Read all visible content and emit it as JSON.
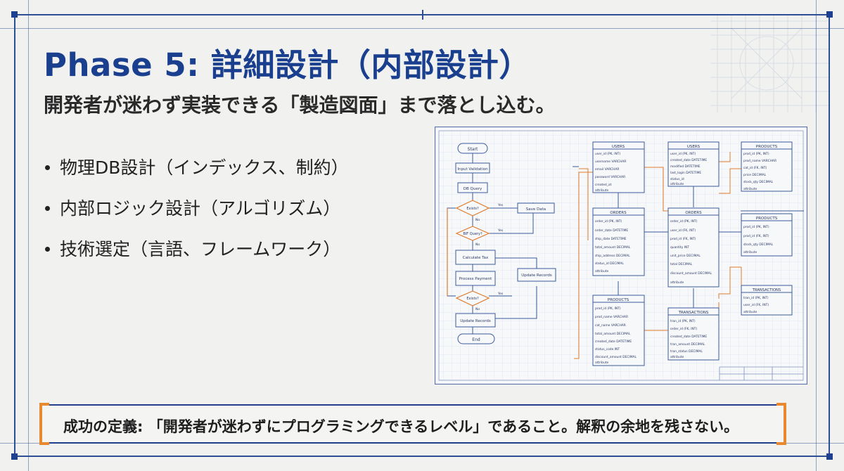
{
  "title": "Phase 5: 詳細設計（内部設計）",
  "subtitle": "開発者が迷わず実装できる「製造図面」まで落とし込む。",
  "bullets": [
    "物理DB設計（インデックス、制約）",
    "内部ロジック設計（アルゴリズム）",
    "技術選定（言語、フレームワーク）"
  ],
  "footer": "成功の定義: 「開発者が迷わずにプログラミングできるレベル」であること。解釈の余地を残さない。",
  "colors": {
    "title": "#1a3f8f",
    "frame": "#2f4f95",
    "accent": "#e8892f",
    "diagram_line": "#3a5a9c",
    "flow_relation": "#e07b2a"
  },
  "flowchart": {
    "nodes": {
      "start": "Start",
      "input": "Input Validation",
      "db_query": "DB Query",
      "decision1": "Exists?",
      "side1": "Save Data",
      "decision2": "BIF Query?",
      "calc": "Calculate Tax",
      "payment": "Process Payment",
      "side2": "Update Records",
      "decision3": "Exists?",
      "update": "Update Records",
      "end": "End"
    },
    "yes": "Yes",
    "no": "No"
  },
  "er_tables": {
    "users_a": {
      "title": "USERS",
      "rows": [
        "user_id (PK, INT)",
        "username VARCHAR",
        "email VARCHAR",
        "password VARCHAR",
        "created_at",
        "attribute"
      ]
    },
    "users_b": {
      "title": "USERS",
      "rows": [
        "user_id (PK, INT)",
        "created_date DATETIME",
        "modified DATETIME",
        "last_login DATETIME",
        "status_id",
        "attribute"
      ]
    },
    "products_a": {
      "title": "PRODUCTS",
      "rows": [
        "prod_id (PK, INT)",
        "prod_name VARCHAR",
        "cat_id (FK, INT)",
        "price DECIMAL",
        "stock_qty DECIMAL",
        "attribute"
      ]
    },
    "orders_a": {
      "title": "ORDERS",
      "rows": [
        "order_id (PK, INT)",
        "order_date DATETIME",
        "ship_date DATETIME",
        "total_amount DECIMAL",
        "ship_address DECIMAL",
        "status_id DECIMAL",
        "attribute"
      ]
    },
    "orders_b": {
      "title": "ORDERS",
      "rows": [
        "order_id (PK, INT)",
        "user_id (FK, INT)",
        "prod_id (FK, INT)",
        "quantity INT",
        "unit_price DECIMAL",
        "total DECIMAL",
        "discount_amount DECIMAL",
        "attribute"
      ]
    },
    "products_b": {
      "title": "PRODUCTS",
      "rows": [
        "prod_id (PK, INT)",
        "prod_id (FK, INT)",
        "stock_qty DECIMAL",
        "attribute"
      ]
    },
    "products_c": {
      "title": "PRODUCTS",
      "rows": [
        "prod_id (PK, INT)",
        "prod_name VARCHAR",
        "cat_name VARCHAR",
        "total_amount DECIMAL",
        "created_date DATETIME",
        "status_code INT",
        "discount_amount DECIMAL",
        "attribute"
      ]
    },
    "transactions_a": {
      "title": "TRANSACTIONS",
      "rows": [
        "tran_id (PK, INT)",
        "order_id (FK, INT)",
        "created_date DATETIME",
        "tran_amount DECIMAL",
        "tran_status DECIMAL",
        "attribute"
      ]
    },
    "transactions_b": {
      "title": "TRANSACTIONS",
      "rows": [
        "tran_id (PK, INT)",
        "user_id (FK, INT)",
        "attribute"
      ]
    }
  }
}
